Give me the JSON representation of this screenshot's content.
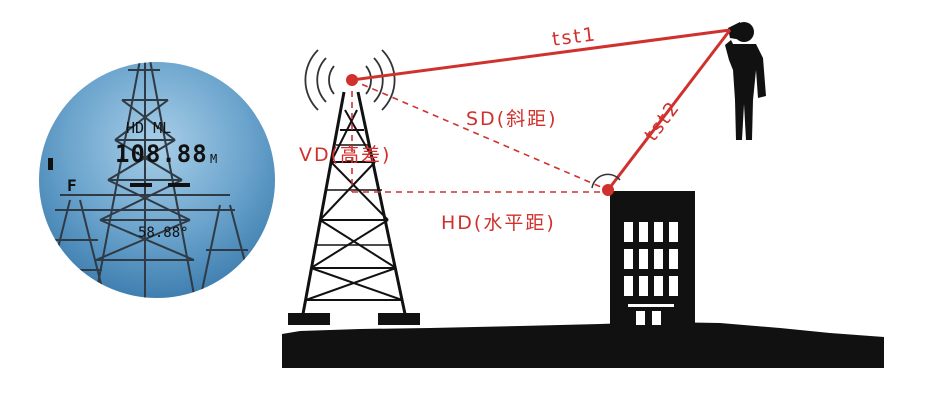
{
  "viewfinder": {
    "mode": "HD ML",
    "distance": "108.88",
    "unit": "M",
    "angle": "58.88°",
    "flag": "F"
  },
  "labels": {
    "tst1": "tst1",
    "tst2": "tst2",
    "sd": "SD(斜距)",
    "vd": "VD(高差)",
    "hd": "HD(水平距)"
  },
  "colors": {
    "accent": "#d0312d",
    "silhouette": "#111111",
    "sky": "#7fb2d6"
  }
}
